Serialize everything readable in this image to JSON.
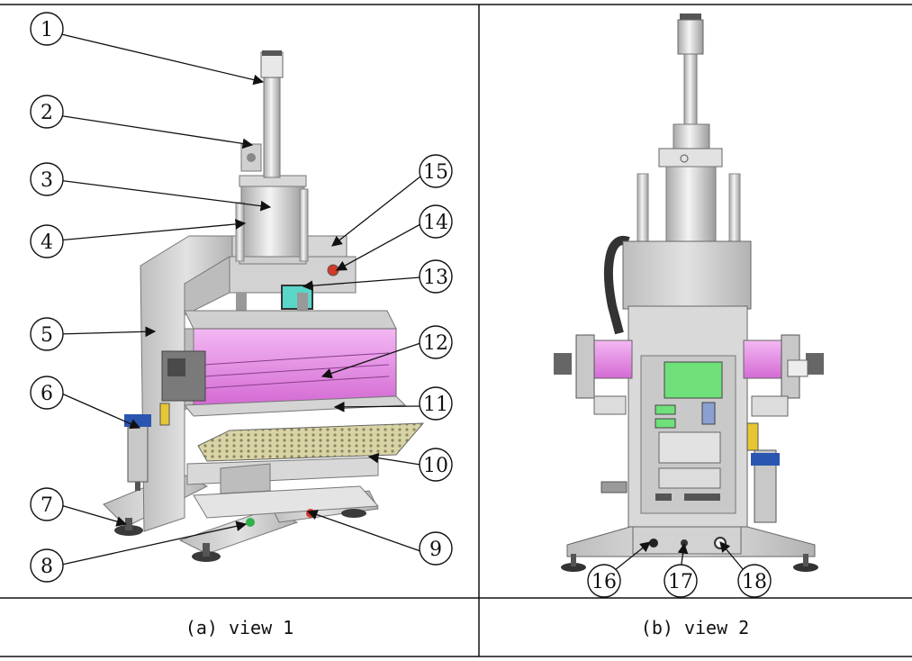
{
  "captions": {
    "view1": "(a) view 1",
    "view2": "(b) view 2"
  },
  "callouts": [
    "1",
    "2",
    "3",
    "4",
    "5",
    "6",
    "7",
    "8",
    "9",
    "10",
    "11",
    "12",
    "13",
    "14",
    "15",
    "16",
    "17",
    "18"
  ],
  "colors": {
    "frame": "#c9c9c9",
    "frame_dark": "#9a9a9a",
    "chamber": "#e88be8",
    "screen": "#5ad6c8",
    "panel_green": "#6fe07a",
    "button_red": "#d23a2a",
    "button_green": "#32b04a"
  }
}
